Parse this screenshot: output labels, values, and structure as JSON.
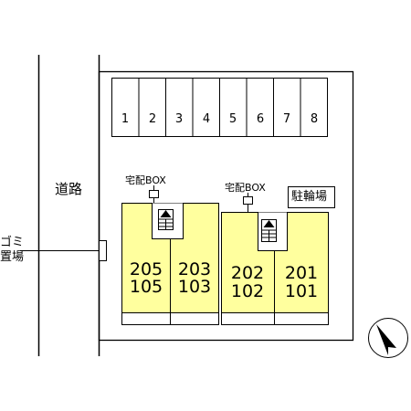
{
  "road": {
    "label": "道路"
  },
  "garbage": {
    "line1": "ゴミ",
    "line2": "置場"
  },
  "parking_slots": [
    "1",
    "2",
    "3",
    "4",
    "5",
    "6",
    "7",
    "8"
  ],
  "delivery_box_left": {
    "label": "宅配BOX"
  },
  "delivery_box_right": {
    "label": "宅配BOX"
  },
  "bicycle_parking": {
    "label": "駐輪場"
  },
  "units": [
    {
      "upper": "205",
      "lower": "105"
    },
    {
      "upper": "203",
      "lower": "103"
    },
    {
      "upper": "202",
      "lower": "102"
    },
    {
      "upper": "201",
      "lower": "101"
    }
  ],
  "colors": {
    "unit_fill": "#ffff9e",
    "line": "#000000",
    "background": "#ffffff"
  },
  "north_arrow_icon": "compass-north-icon"
}
